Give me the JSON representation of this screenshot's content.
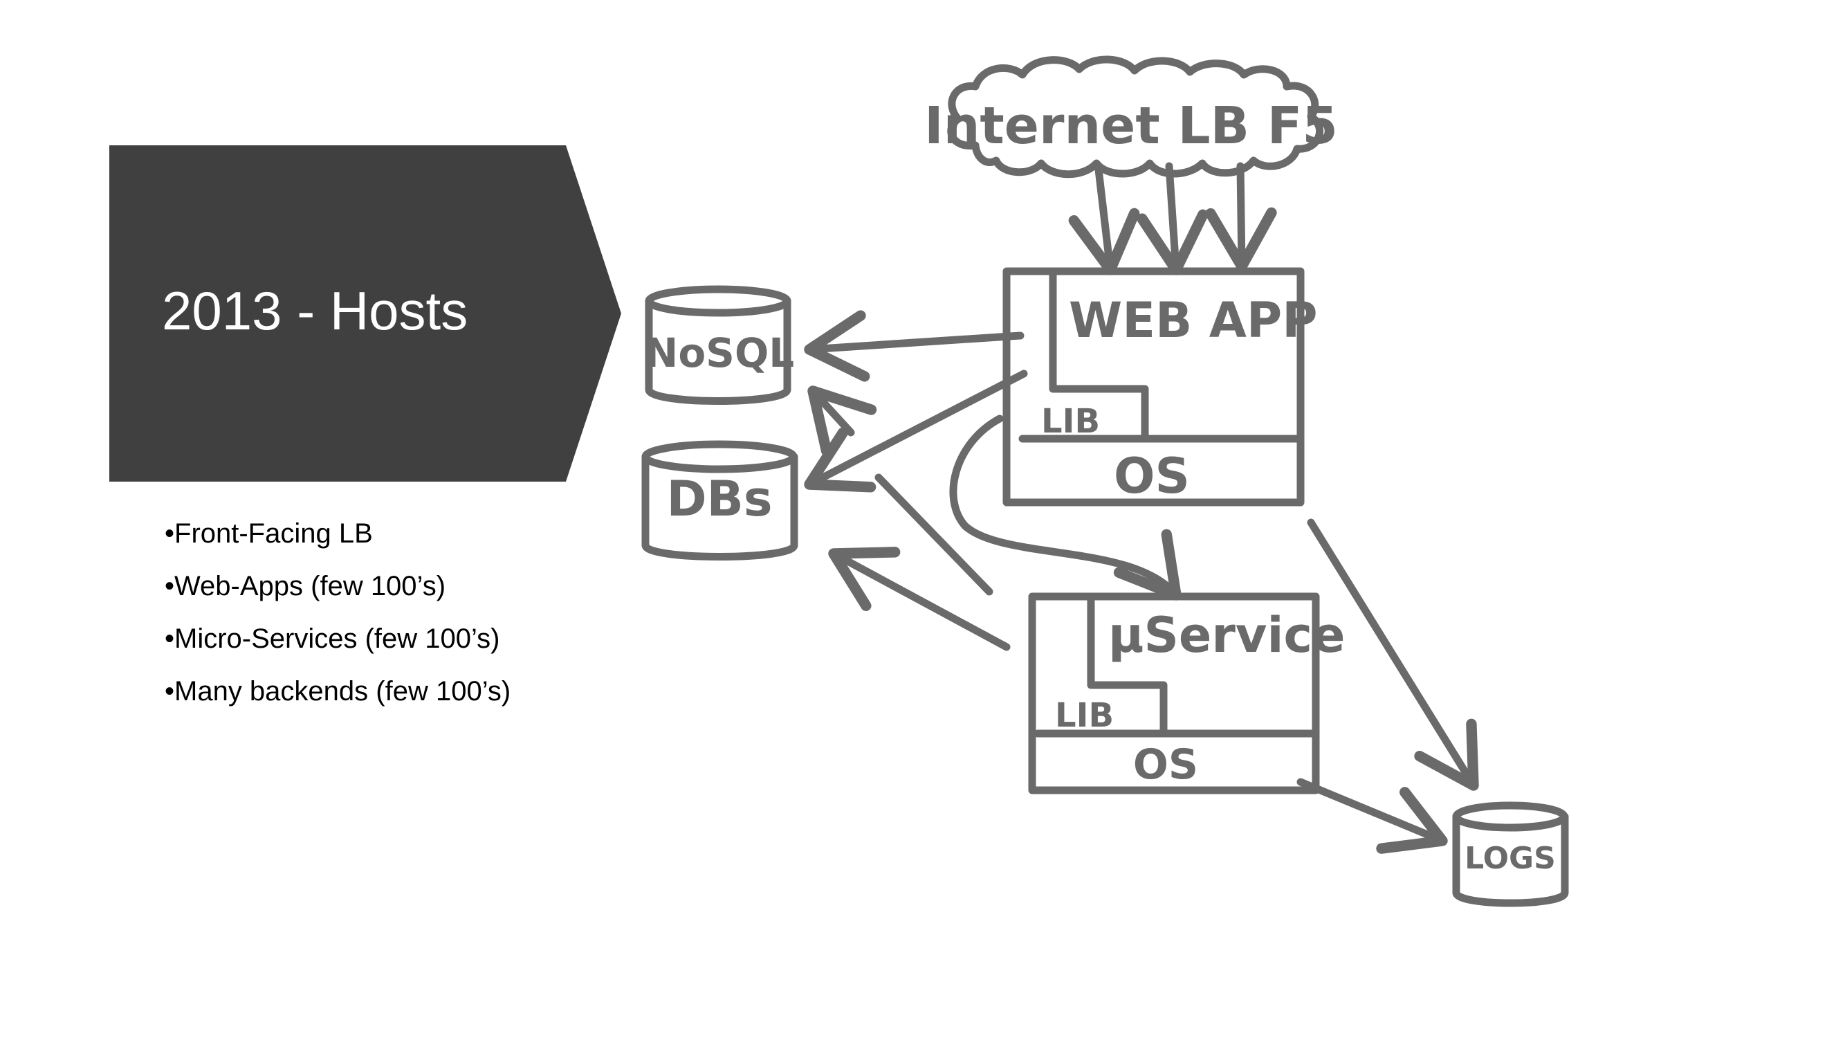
{
  "title": "2013 - Hosts",
  "bullets": [
    "•Front-Facing LB",
    "•Web-Apps (few 100’s)",
    "•Micro-Services (few 100’s)",
    "•Many backends (few 100’s)"
  ],
  "diagram": {
    "cloud_label": "Internet LB F5",
    "nosql_label": "NoSQL",
    "dbs_label": "DBs",
    "logs_label": "LOGS",
    "webapp": {
      "name": "WEB APP",
      "lib": "LIB",
      "os": "OS"
    },
    "service": {
      "name": "μService",
      "lib": "LIB",
      "os": "OS"
    }
  },
  "colors": {
    "banner": "#404040",
    "ink": "#6a6a6a",
    "background": "#ffffff"
  }
}
